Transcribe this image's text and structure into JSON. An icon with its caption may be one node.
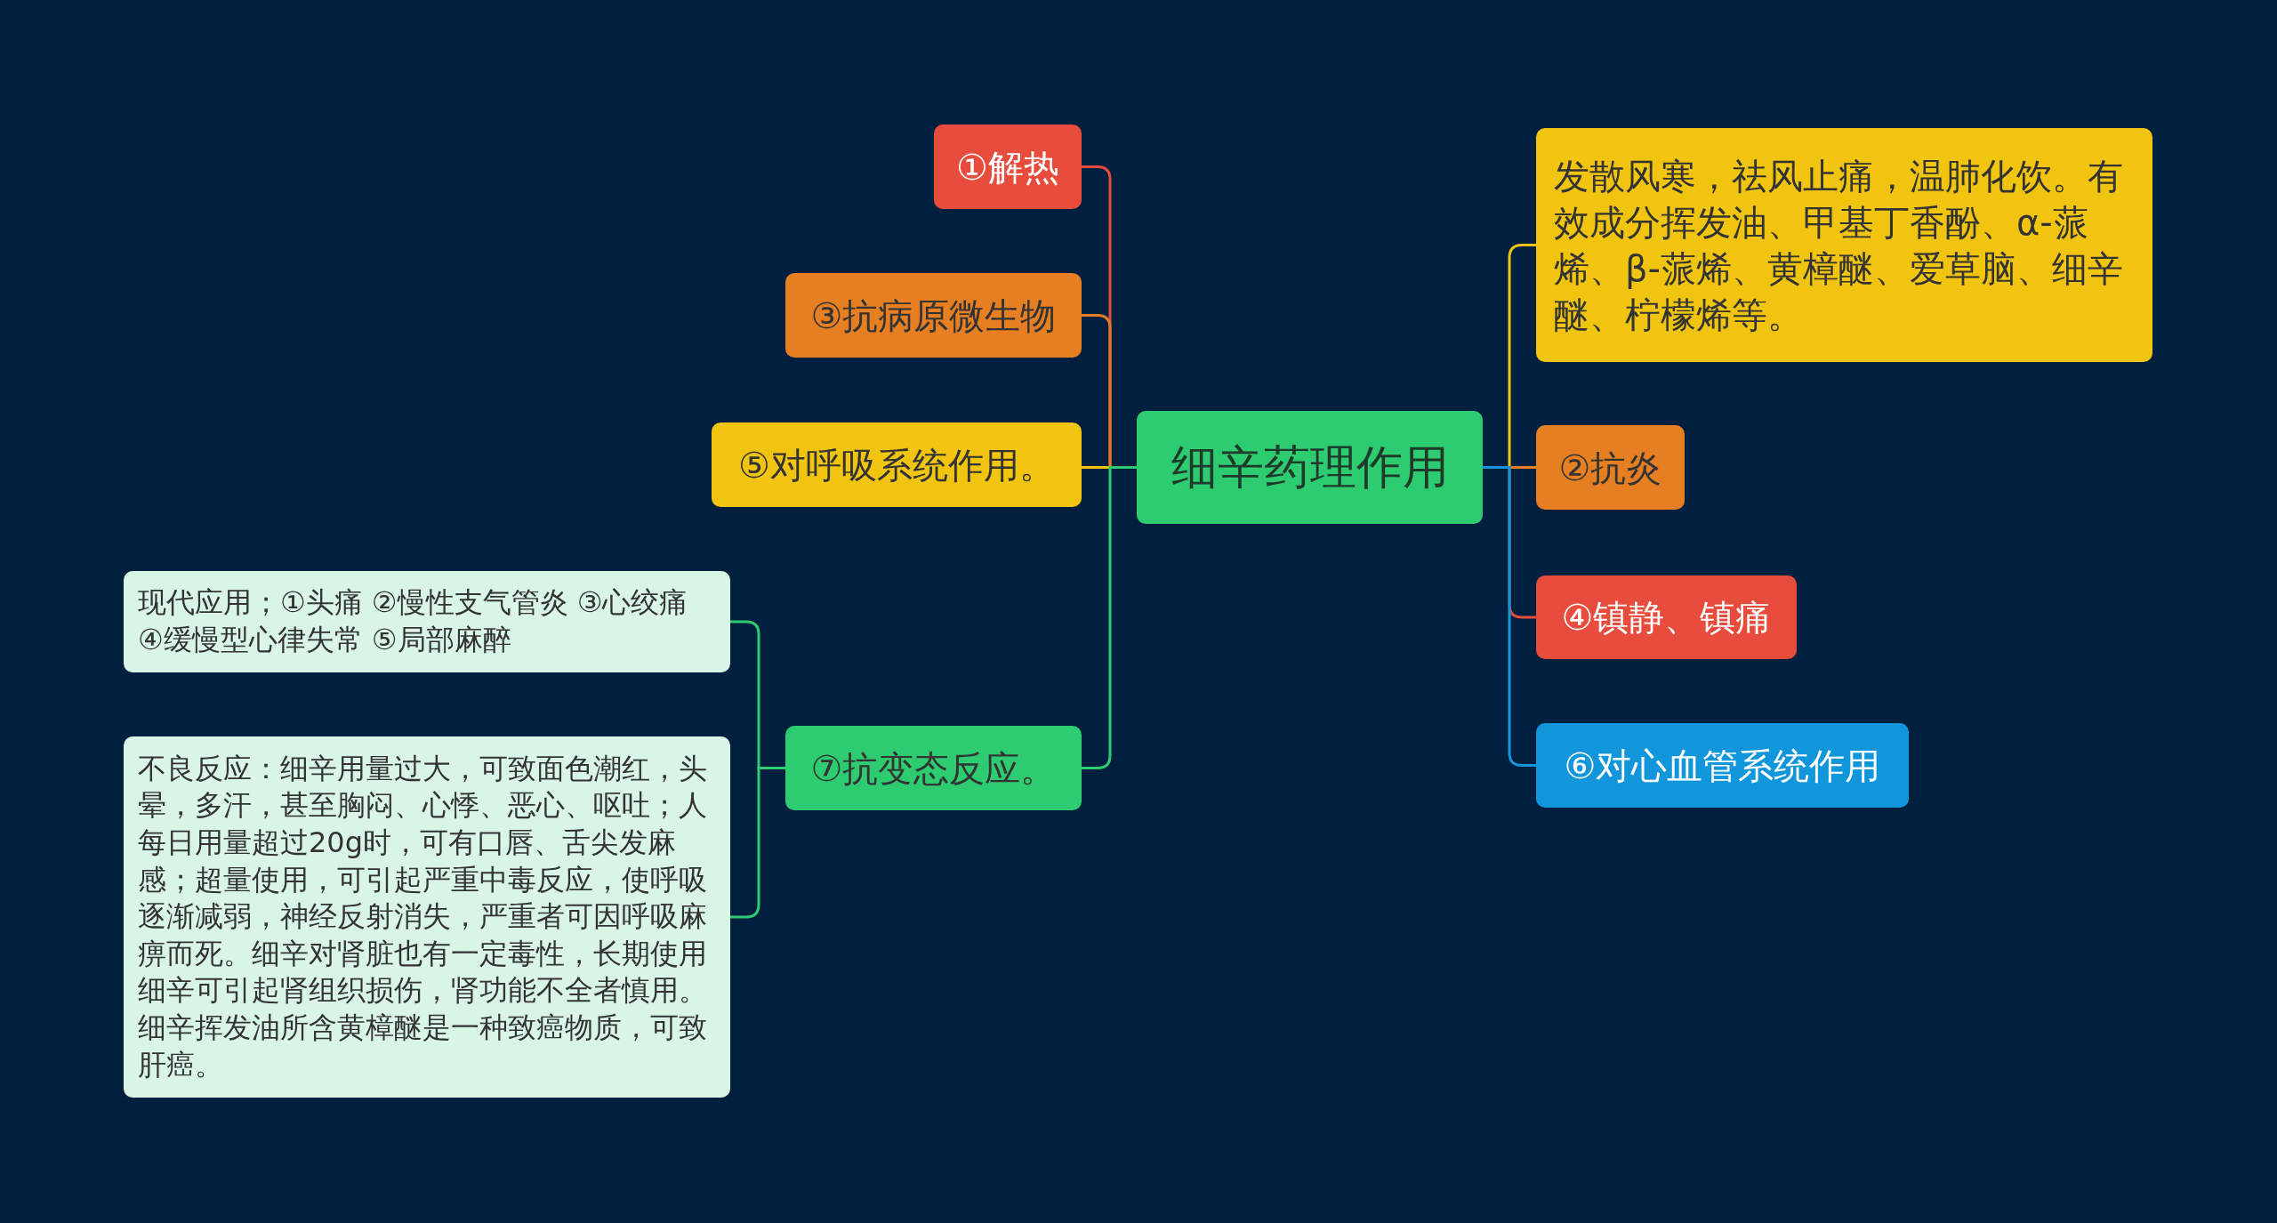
{
  "diagram": {
    "nodes": [
      {
        "text": [
          "细辛药理作用"
        ]
      },
      {
        "text": [
          "①解热"
        ]
      },
      {
        "text": [
          "③抗病原微生物"
        ]
      },
      {
        "text": [
          "⑤对呼吸系统作用。"
        ]
      },
      {
        "text": [
          "⑦抗变态反应。"
        ]
      },
      {
        "text": [
          "现代应用；①头痛 ②慢性支气管炎 ③心绞痛 ④缓慢型心律失常 ⑤局部麻醉"
        ]
      },
      {
        "text": [
          "不良反应：细辛用量过大，可致面色潮红，头晕，多汗，甚至胸闷、心悸、恶心、呕吐；人每日用量超过20g时，可有口唇、舌尖发麻感；超量使用，可引起严重中毒反应，使呼吸逐渐减弱，神经反射消失，严重者可因呼吸麻痹而死。细辛对肾脏也有一定毒性，长期使用细辛可引起肾组织损伤，肾功能不全者慎用。细辛挥发油所含黄樟醚是一种致癌物质，可致肝癌。"
        ]
      },
      {
        "text": [
          "发散风寒，祛风止痛，温肺化饮。有效成分挥发油、甲基丁香酚、α-蒎烯、β-蒎烯、黄樟醚、爱草脑、细辛醚、柠檬烯等。"
        ]
      },
      {
        "text": [
          "②抗炎"
        ]
      },
      {
        "text": [
          "④镇静、镇痛"
        ]
      },
      {
        "text": [
          "⑥对心血管系统作用"
        ]
      }
    ],
    "edges": [
      {
        "from": 0,
        "to": 1,
        "arrow": "none",
        "color": "#e74c3c"
      },
      {
        "from": 0,
        "to": 2,
        "arrow": "none",
        "color": "#e67e22"
      },
      {
        "from": 0,
        "to": 3,
        "arrow": "none",
        "color": "#f1c40f"
      },
      {
        "from": 0,
        "to": 4,
        "arrow": "none",
        "color": "#2ecc71"
      },
      {
        "from": 4,
        "to": 5,
        "arrow": "none",
        "color": "#2ecc71"
      },
      {
        "from": 4,
        "to": 6,
        "arrow": "none",
        "color": "#2ecc71"
      },
      {
        "from": 0,
        "to": 7,
        "arrow": "none",
        "color": "#f1c40f"
      },
      {
        "from": 0,
        "to": 8,
        "arrow": "none",
        "color": "#e67e22"
      },
      {
        "from": 0,
        "to": 9,
        "arrow": "none",
        "color": "#e74c3c"
      },
      {
        "from": 0,
        "to": 10,
        "arrow": "none",
        "color": "#1296db"
      }
    ]
  }
}
